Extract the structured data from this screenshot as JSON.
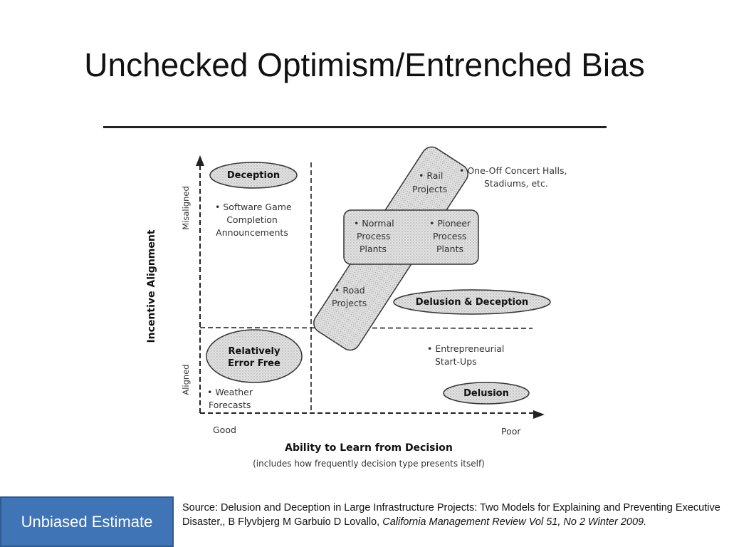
{
  "slide": {
    "title": "Unchecked Optimism/Entrenched Bias"
  },
  "diagram": {
    "y_axis_label": "Incentive Alignment",
    "y_top_label": "Misaligned",
    "y_bottom_label": "Aligned",
    "x_axis_label": "Ability to Learn from Decision",
    "x_axis_sublabel": "(includes how frequently decision type presents itself)",
    "x_left_label": "Good",
    "x_right_label": "Poor",
    "zones": {
      "deception": "Deception",
      "relatively_error_free_line1": "Relatively",
      "relatively_error_free_line2": "Error Free",
      "delusion_deception": "Delusion & Deception",
      "delusion": "Delusion"
    },
    "items": {
      "software_line1": "• Software Game",
      "software_line2": "Completion",
      "software_line3": "Announcements",
      "rail_line1": "• Rail",
      "rail_line2": "Projects",
      "concert_line1": "• One-Off Concert Halls,",
      "concert_line2": "Stadiums, etc.",
      "normal_line1": "• Normal",
      "normal_line2": "Process",
      "normal_line3": "Plants",
      "pioneer_line1": "• Pioneer",
      "pioneer_line2": "Process",
      "pioneer_line3": "Plants",
      "road_line1": "• Road",
      "road_line2": "Projects",
      "entrepreneurial_line1": "• Entrepreneurial",
      "entrepreneurial_line2": "Start-Ups",
      "weather_line1": "• Weather",
      "weather_line2": "Forecasts"
    }
  },
  "footer": {
    "button_label": "Unbiased Estimate",
    "source_prefix": "Source:   Delusion and Deception in Large Infrastructure Projects:  Two Models for Explaining  and Preventing Executive Disaster,, B Flyvbjerg M Garbuio D Lovallo,  ",
    "source_journal": "California Management Review Vol 51, No 2 Winter 2009."
  }
}
